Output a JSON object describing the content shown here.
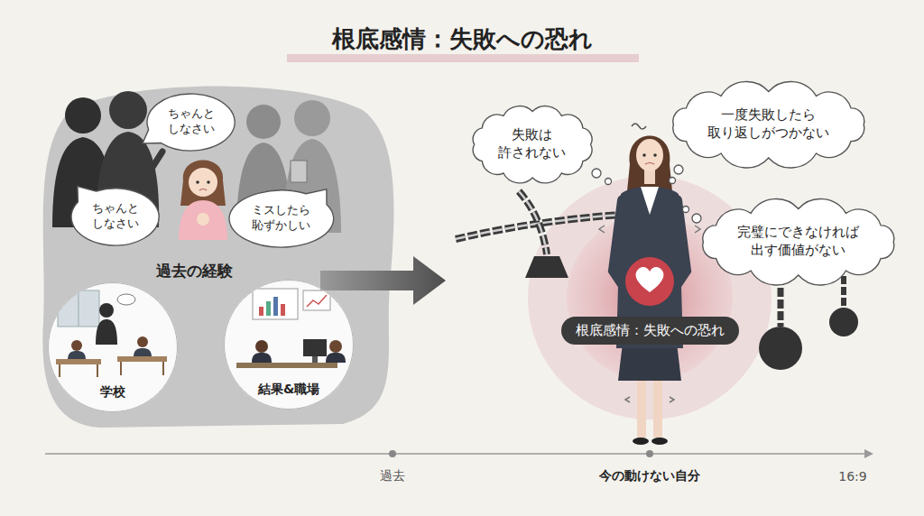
{
  "diagram": {
    "title": "根底感情：失敗への恐れ",
    "nodes": [
      {
        "text": [
          "過去の経験"
        ]
      },
      {
        "text": [
          "ちゃんと しなさい"
        ],
        "in": 0
      },
      {
        "text": [
          "ちゃんと しなさい"
        ],
        "in": 0
      },
      {
        "text": [
          "ミスしたら 恥ずかしい"
        ],
        "in": 0
      },
      {
        "text": [
          "学校"
        ],
        "in": 0
      },
      {
        "text": [
          "結果&職場"
        ],
        "in": 0
      },
      {
        "text": [
          "失敗は 許されない"
        ]
      },
      {
        "text": [
          "一度失敗したら 取り返しがつかない"
        ]
      },
      {
        "text": [
          "完璧にできなければ 出す価値がない"
        ]
      },
      {
        "text": [
          "根底感情：失敗への恐れ"
        ]
      }
    ],
    "labels": [
      "過去",
      "今の動けない自分",
      "16:9"
    ]
  }
}
